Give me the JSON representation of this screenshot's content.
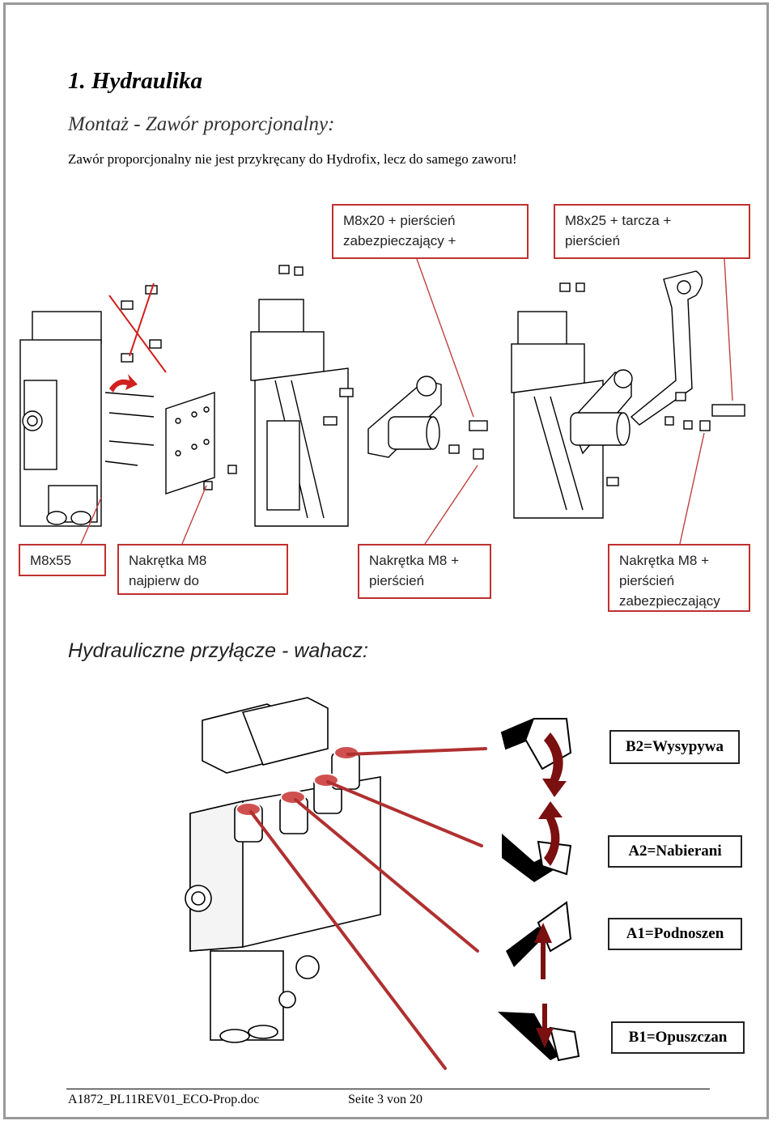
{
  "heading": "1. Hydraulika",
  "subheading": "Montaż - Zawór proporcjonalny:",
  "intro": "Zawór proporcjonalny nie jest przykręcany do Hydrofix, lecz do samego zaworu!",
  "callouts": {
    "top_left": [
      "M8x20 + pierścień",
      "zabezpieczający +"
    ],
    "top_right": [
      "M8x25 + tarcza +",
      "pierścień"
    ],
    "bottom_1": [
      "M8x55"
    ],
    "bottom_2": [
      "Nakrętka M8",
      "najpierw do"
    ],
    "bottom_3": [
      "Nakrętka M8 +",
      "pierścień"
    ],
    "bottom_4": [
      "Nakrętka M8 +",
      "pierścień",
      "zabezpieczający"
    ]
  },
  "section2": "Hydrauliczne przyłącze - wahacz:",
  "ports": {
    "b2": "B2=Wysypywa",
    "a2": "A2=Nabierani",
    "a1": "A1=Podnoszen",
    "b1": "B1=Opuszczan"
  },
  "footer": {
    "doc": "A1872_PL11REV01_ECO-Prop.doc",
    "page": "Seite 3 von 20"
  },
  "colors": {
    "callout_border": "#c03030",
    "arrow": "#7a1010",
    "line": "#b03030"
  }
}
